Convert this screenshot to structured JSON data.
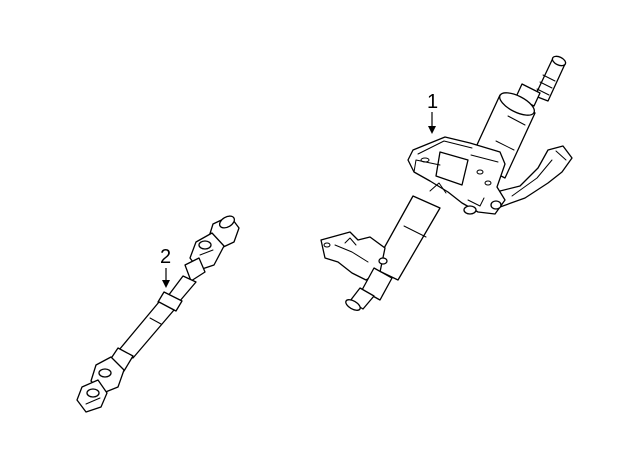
{
  "callouts": [
    {
      "label": "1",
      "part": "steering-column"
    },
    {
      "label": "2",
      "part": "intermediate-shaft"
    }
  ],
  "colors": {
    "background": "#ffffff",
    "line": "#000000"
  }
}
